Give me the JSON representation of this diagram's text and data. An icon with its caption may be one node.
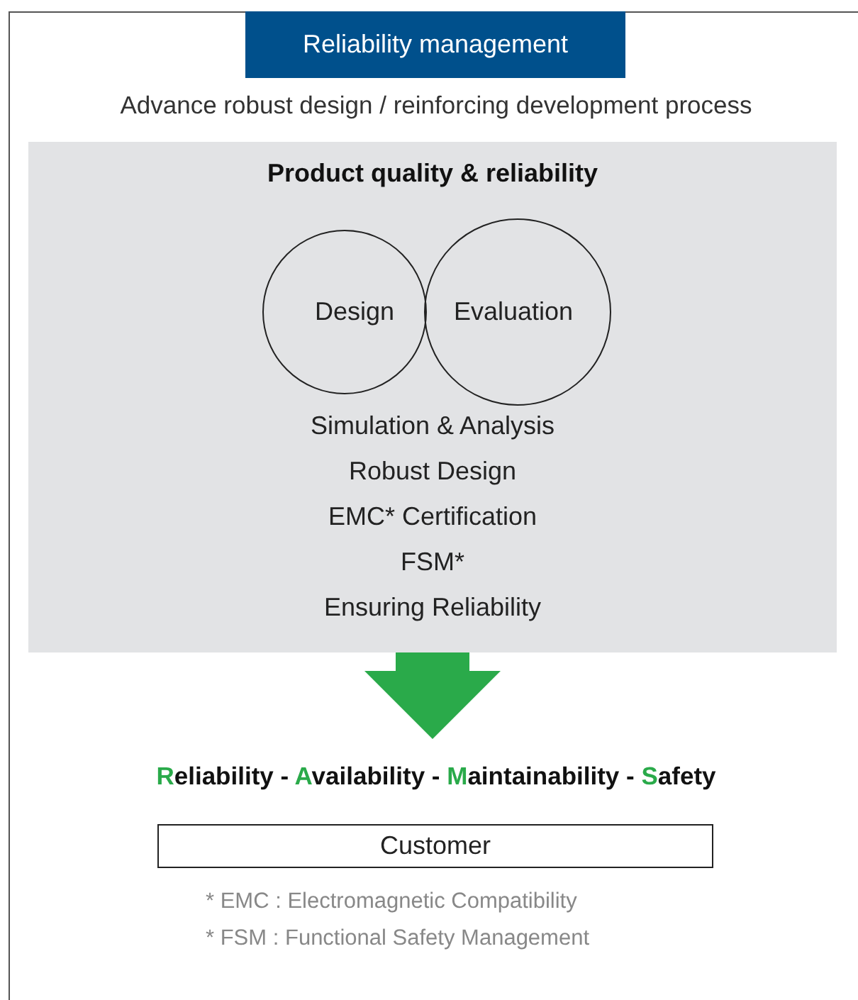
{
  "diagram": {
    "nodes": [
      {
        "text": [
          "Reliability management"
        ]
      },
      {
        "text": [
          "Product quality & reliability",
          "Simulation & Analysis",
          "Robust Design",
          "EMC* Certification",
          "FSM*",
          "Ensuring Reliability"
        ]
      },
      {
        "text": [
          "Design"
        ],
        "in": 1
      },
      {
        "text": [
          "Evaluation"
        ],
        "in": 1
      },
      {
        "text": [
          "Reliability - Availability - Maintainability - Safety"
        ]
      },
      {
        "text": [
          "Customer"
        ]
      }
    ],
    "edges": [
      {
        "from": 1,
        "to": 4,
        "arrow": "to",
        "style": "thick",
        "color": "#2aaa4a"
      }
    ],
    "labels": [
      "Advance robust design / reinforcing development process",
      "* EMC : Electromagnetic Compatibility",
      "* FSM : Functional Safety Management"
    ]
  }
}
